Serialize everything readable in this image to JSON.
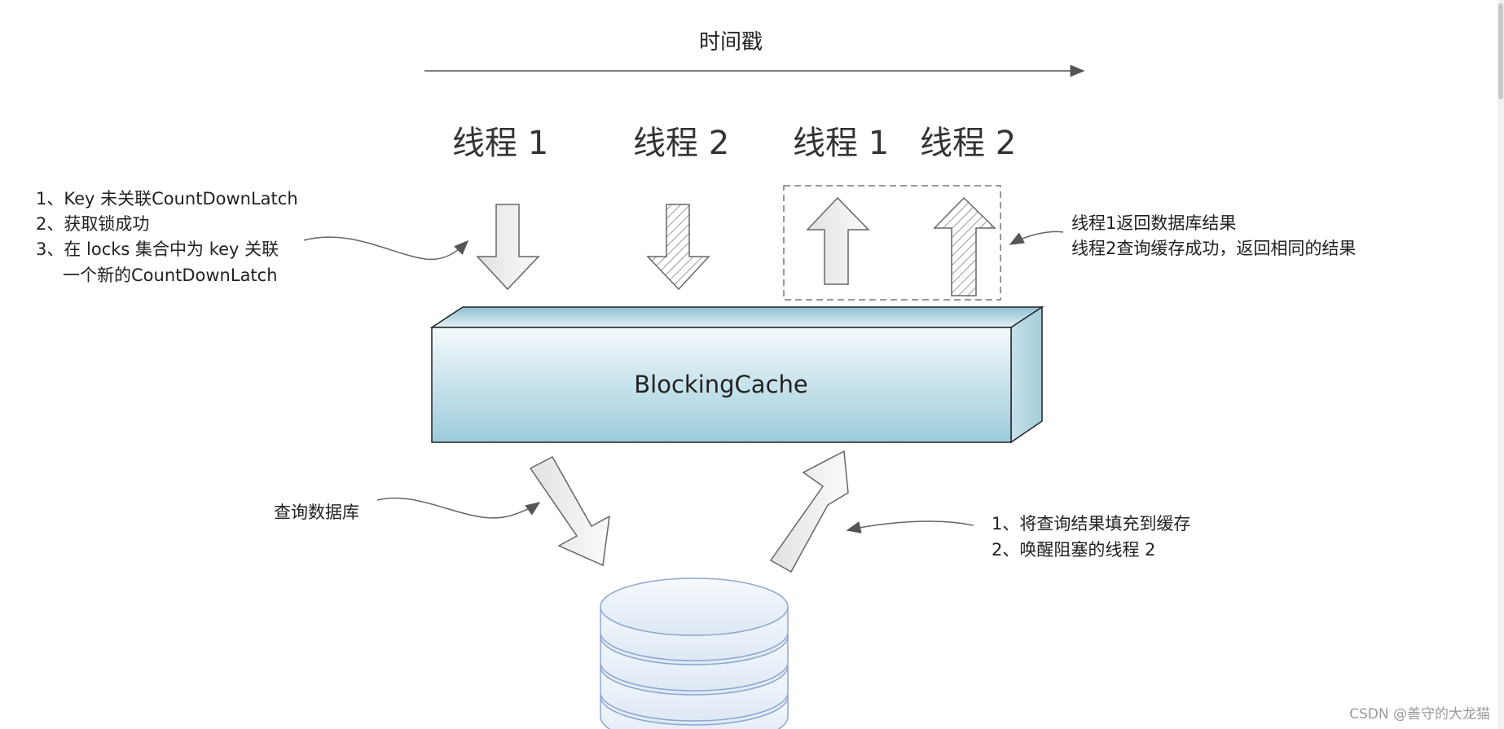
{
  "timeline": {
    "title": "时间戳"
  },
  "threads": [
    "线程 1",
    "线程 2",
    "线程 1",
    "线程 2"
  ],
  "cache": {
    "label": "BlockingCache"
  },
  "notes": {
    "left_top": [
      "1、Key 未关联CountDownLatch",
      "2、获取锁成功",
      "3、在 locks 集合中为 key 关联",
      "一个新的CountDownLatch"
    ],
    "right_top": [
      "线程1返回数据库结果",
      "线程2查询缓存成功，返回相同的结果"
    ],
    "left_bottom": [
      "查询数据库"
    ],
    "right_bottom": [
      "1、将查询结果填充到缓存",
      "2、唤醒阻塞的线程 2"
    ]
  },
  "watermark": "CSDN @善守的大龙猫",
  "colors": {
    "cache_top": "#b9dde8",
    "cache_front_top": "#f4fafc",
    "cache_front_bottom": "#9ccbdb",
    "arrow_fill": "#f1f1f1",
    "arrow_stroke": "#666666",
    "db_fill": "#e8f0f8",
    "db_stroke": "#8ea6cf"
  }
}
